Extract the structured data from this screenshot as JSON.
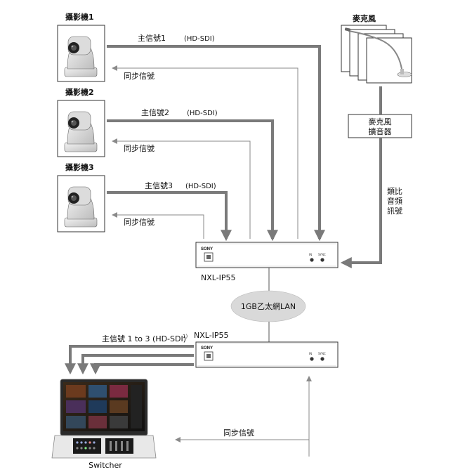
{
  "cameras": [
    {
      "label": "攝影機1",
      "main_signal": "主信號1",
      "format": "(HD-SDI)",
      "sync": "同步信號"
    },
    {
      "label": "攝影機2",
      "main_signal": "主信號2",
      "format": "(HD-SDI)",
      "sync": "同步信號"
    },
    {
      "label": "攝影機3",
      "main_signal": "主信號3",
      "format": "(HD-SDI)",
      "sync": "同步信號"
    }
  ],
  "microphone": {
    "label": "麥克風",
    "amplifier": [
      "麥克風",
      "擴音器"
    ],
    "analog_signal": [
      "類比",
      "音頻",
      "訊號"
    ]
  },
  "encoder": {
    "label": "NXL-IP55",
    "brand": "SONY",
    "port_labels": [
      "IN",
      "SYNC"
    ]
  },
  "network": {
    "label": "1GB乙太網LAN"
  },
  "decoder": {
    "label": "NXL-IP55",
    "brand": "SONY",
    "port_labels": [
      "IN",
      "SYNC"
    ]
  },
  "output": {
    "main_signal": "主信號 1 to 3 (HD-SDI)",
    "footnote": "1)"
  },
  "sync_bottom": {
    "label": "同步信號"
  },
  "switcher": {
    "label": "Switcher"
  },
  "colors": {
    "arrow": "#7a7a7a",
    "line": "#8a8a8a",
    "box": "#333333"
  }
}
